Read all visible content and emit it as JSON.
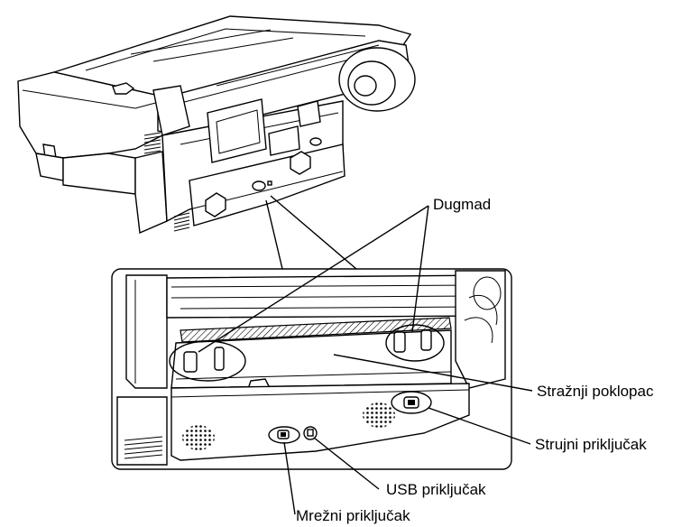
{
  "labels": {
    "buttons": "Dugmad",
    "rear_cover": "Stražnji poklopac",
    "power_port": "Strujni priključak",
    "usb_port": "USB priključak",
    "network_port": "Mrežni priključak"
  }
}
